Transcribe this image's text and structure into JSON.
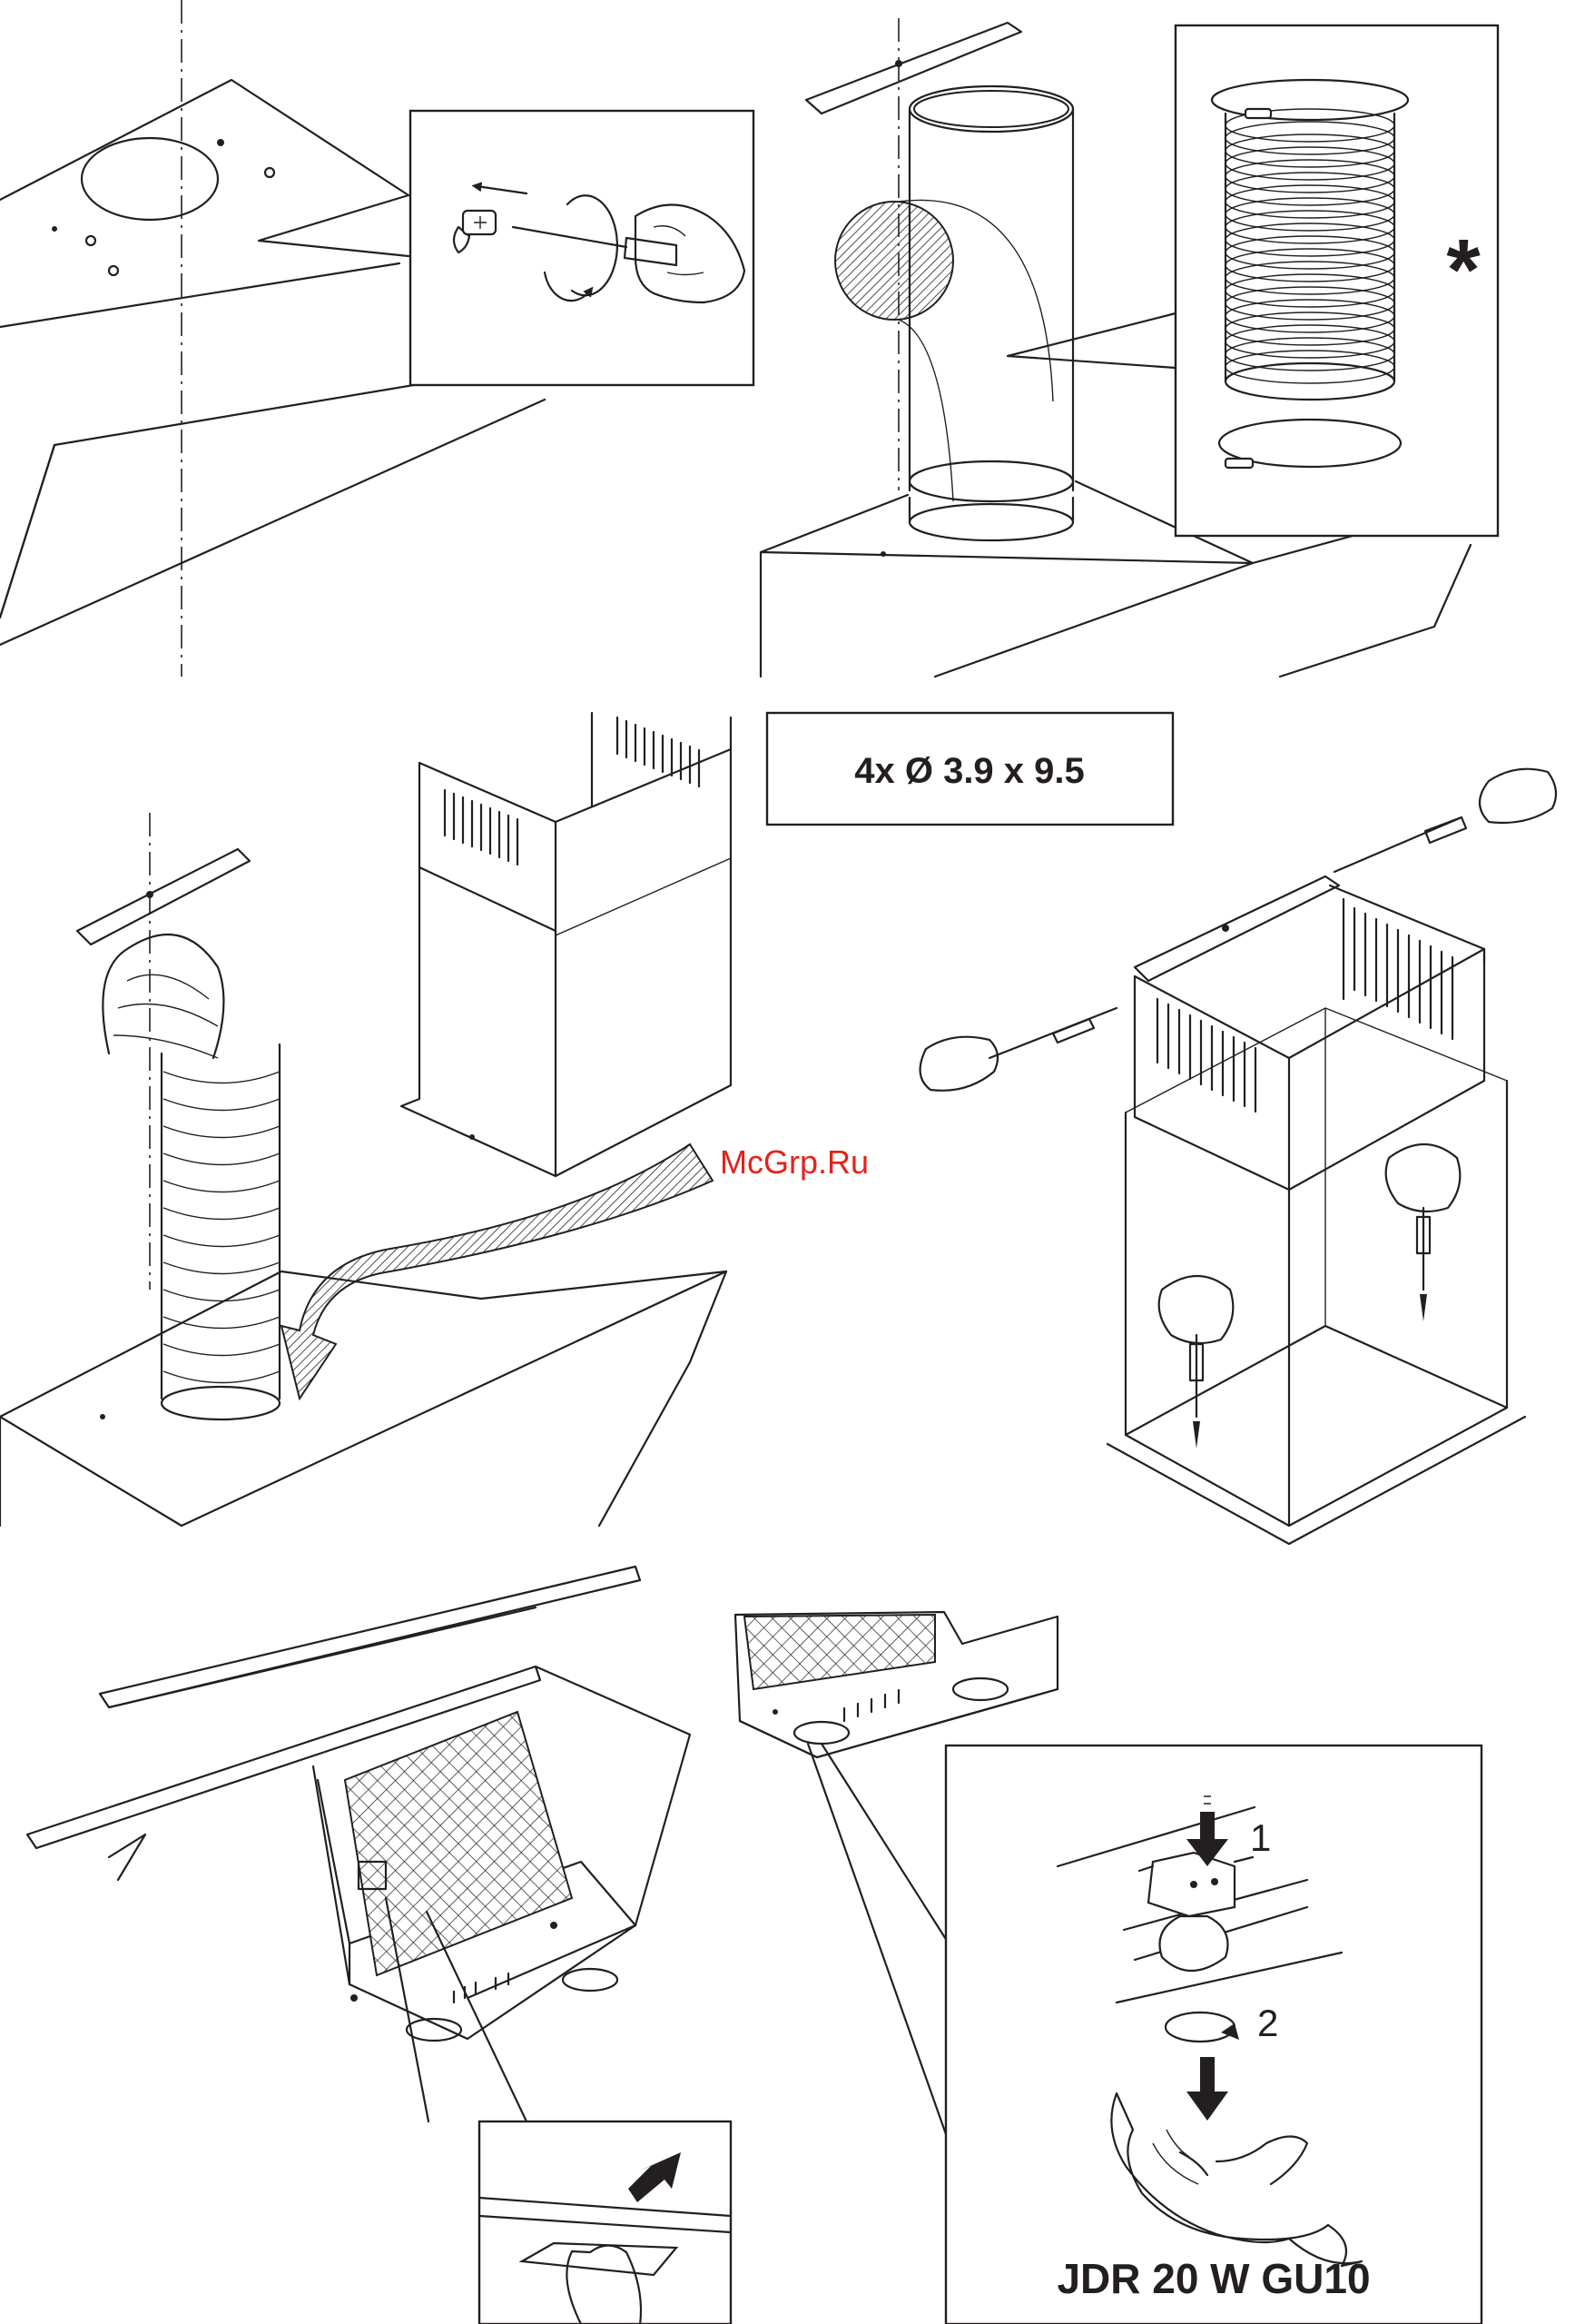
{
  "labels": {
    "screw_spec": "4x Ø 3.9 x 9.5",
    "optional_marker": "*",
    "watermark": "McGrp.Ru",
    "step_1": "1",
    "step_2": "2",
    "lamp_model": "JDR 20 W GU10"
  },
  "colors": {
    "line": "#231f20",
    "watermark": "#e2231a",
    "background": "#ffffff"
  },
  "icons": [
    "screwdriver-icon",
    "hand-icon",
    "arrow-icon",
    "rotate-arrow-icon",
    "bracket-icon",
    "screw-icon"
  ]
}
